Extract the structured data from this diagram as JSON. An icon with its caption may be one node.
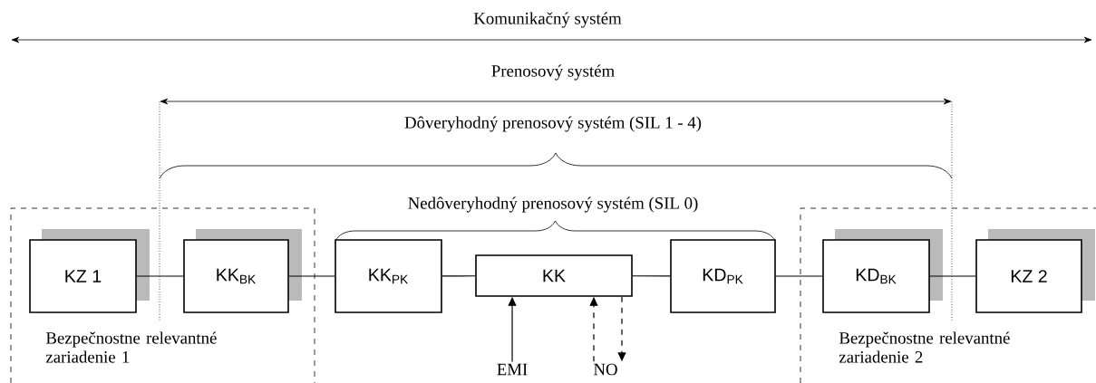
{
  "diagram": {
    "nodes": [
      {
        "text": [
          "Bezpečnostne relevantné zariadenie 1"
        ]
      },
      {
        "text": [
          "KZ 1"
        ],
        "in": 0
      },
      {
        "text": [
          "KK$_{BK}$"
        ],
        "in": 0
      },
      {
        "text": [
          "KK$_{PK}$"
        ]
      },
      {
        "text": [
          "KK"
        ]
      },
      {
        "text": [
          "KD$_{PK}$"
        ]
      },
      {
        "text": [
          "Bezpečnostne relevantné zariadenie 2"
        ]
      },
      {
        "text": [
          "KD$_{BK}$"
        ],
        "in": 6
      },
      {
        "text": [
          "KZ 2"
        ],
        "in": 6
      },
      {
        "text": [
          "EMI"
        ]
      },
      {
        "text": [
          "NO"
        ]
      }
    ],
    "edges": [
      {
        "from": 1,
        "to": 2,
        "arrow": "none"
      },
      {
        "from": 2,
        "to": 3,
        "arrow": "none"
      },
      {
        "from": 3,
        "to": 4,
        "arrow": "none"
      },
      {
        "from": 4,
        "to": 5,
        "arrow": "none"
      },
      {
        "from": 5,
        "to": 7,
        "arrow": "none"
      },
      {
        "from": 7,
        "to": 8,
        "arrow": "none"
      },
      {
        "from": 9,
        "to": 4,
        "arrow": "to"
      },
      {
        "from": 10,
        "to": 4,
        "arrow": "to",
        "style": "dashed"
      },
      {
        "from": 4,
        "to": 10,
        "arrow": "to",
        "style": "dashed"
      }
    ],
    "labels": [
      "Komunikačný systém",
      "Prenosový systém",
      "Dôveryhodný prenosový systém  (SIL 1 - 4)",
      "Nedôveryhodný prenosový systém  (SIL 0)"
    ]
  }
}
